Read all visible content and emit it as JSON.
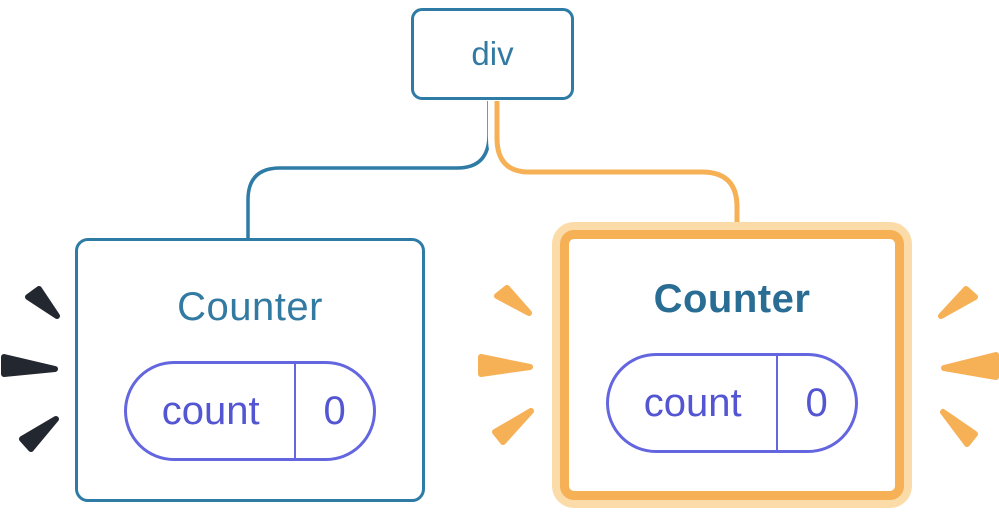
{
  "diagram": {
    "description": "Component tree diagram: a div root element with two Counter component children, each holding a count state of 0; the right Counter is highlighted as newly created",
    "root_node": {
      "label": "div"
    },
    "left_card": {
      "title": "Counter",
      "state": {
        "key": "count",
        "value": "0"
      },
      "burst_color_name": "dark-navy"
    },
    "right_card": {
      "title": "Counter",
      "state": {
        "key": "count",
        "value": "0"
      },
      "burst_color_name": "orange"
    }
  },
  "colors": {
    "blue": "#2E7BA6",
    "navy": "#23272F",
    "orange": "#F6B055",
    "orange_light": "#FBDCA8",
    "indigo": "#6466DF",
    "indigo_text": "#5355D2",
    "title_left": "#327AA2",
    "title_right": "#2A6D94",
    "card_bg": "#FFFFFF"
  }
}
